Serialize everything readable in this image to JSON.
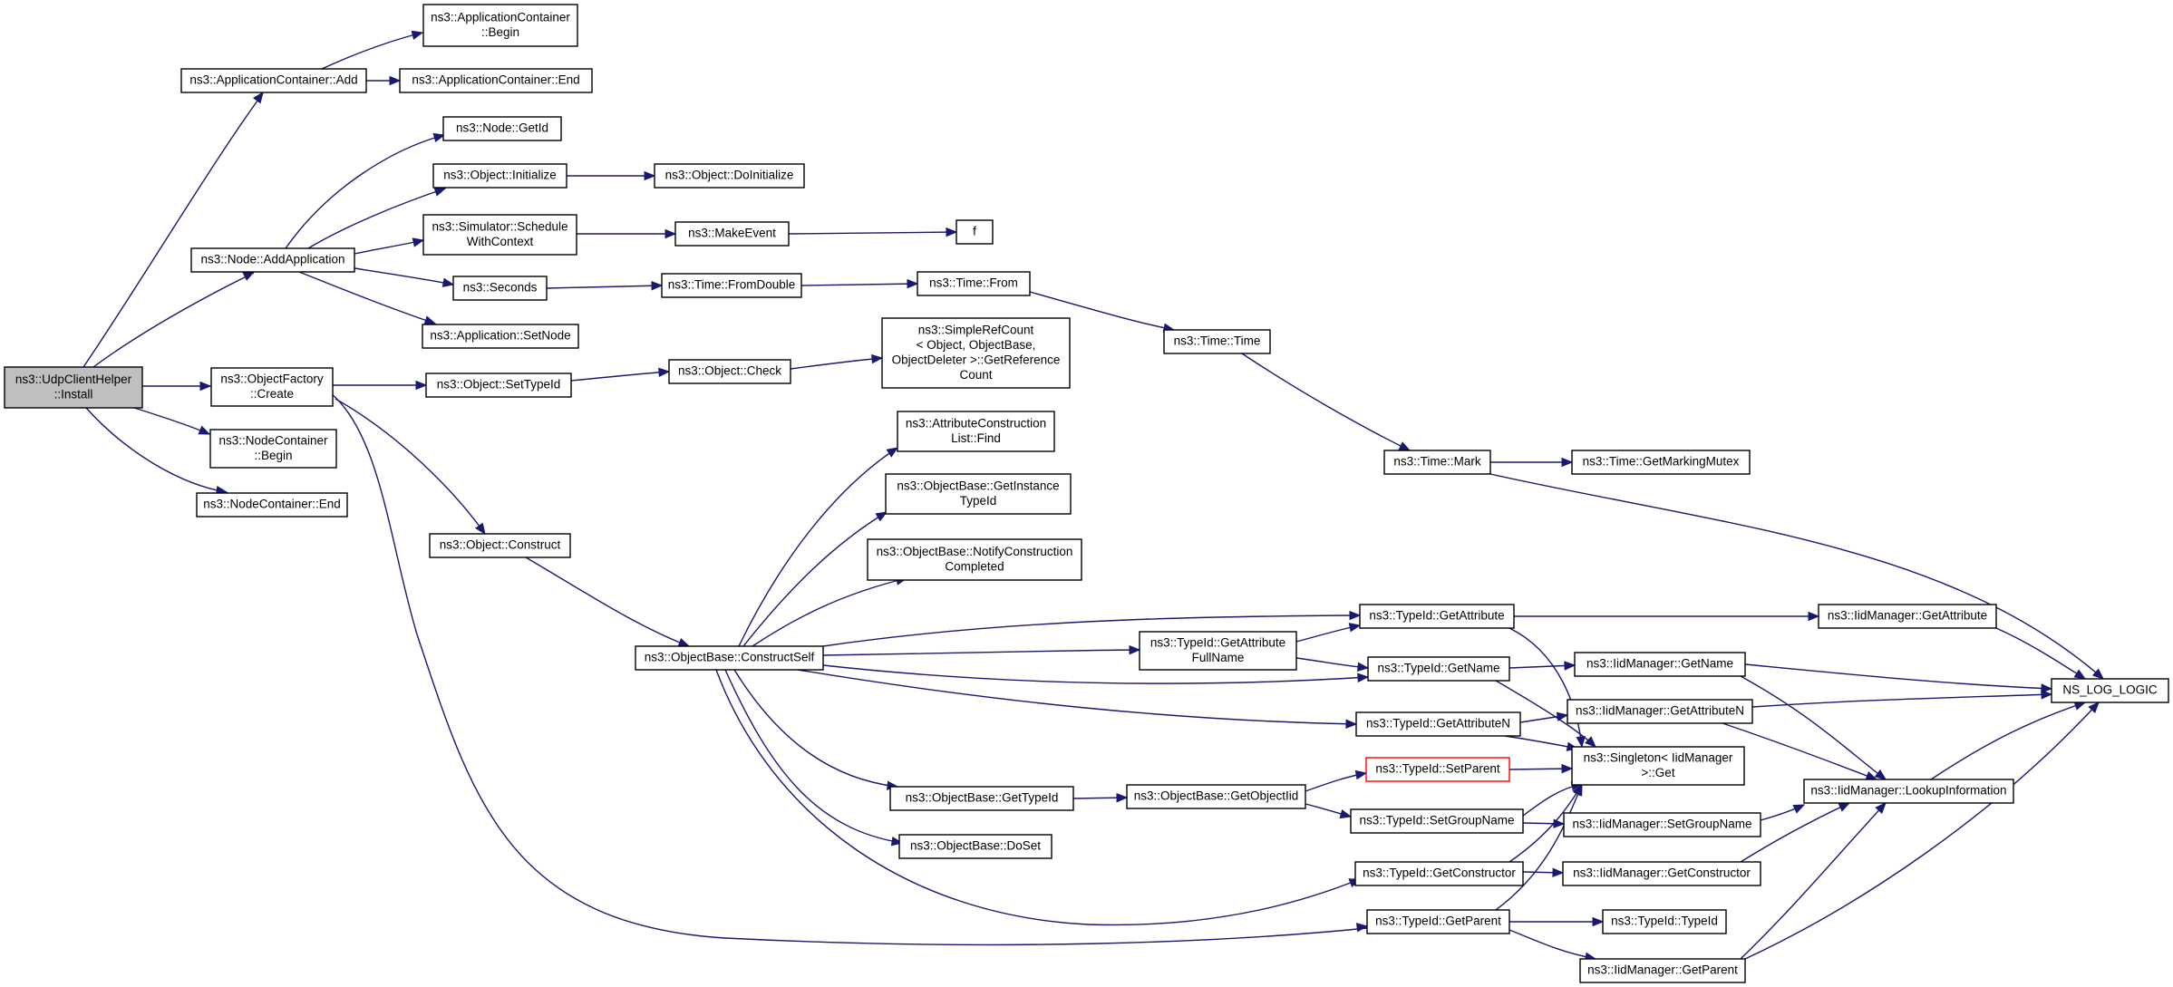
{
  "colors": {
    "edge": "#191970",
    "node_border": "#000000",
    "root_fill": "#bfbfbf",
    "highlight_border": "#ff0000"
  },
  "nodes": [
    {
      "id": "udp_install",
      "lines": [
        "ns3::UdpClientHelper",
        "::Install"
      ]
    },
    {
      "id": "app_add",
      "lines": [
        "ns3::ApplicationContainer::Add"
      ]
    },
    {
      "id": "app_begin",
      "lines": [
        "ns3::ApplicationContainer",
        "::Begin"
      ]
    },
    {
      "id": "app_end",
      "lines": [
        "ns3::ApplicationContainer::End"
      ]
    },
    {
      "id": "node_addapp",
      "lines": [
        "ns3::Node::AddApplication"
      ]
    },
    {
      "id": "node_getid",
      "lines": [
        "ns3::Node::GetId"
      ]
    },
    {
      "id": "obj_init",
      "lines": [
        "ns3::Object::Initialize"
      ]
    },
    {
      "id": "obj_doinit",
      "lines": [
        "ns3::Object::DoInitialize"
      ]
    },
    {
      "id": "sim_sched",
      "lines": [
        "ns3::Simulator::Schedule",
        "WithContext"
      ]
    },
    {
      "id": "makeevent",
      "lines": [
        "ns3::MakeEvent"
      ]
    },
    {
      "id": "f",
      "lines": [
        "f"
      ]
    },
    {
      "id": "seconds",
      "lines": [
        "ns3::Seconds"
      ]
    },
    {
      "id": "time_fromdouble",
      "lines": [
        "ns3::Time::FromDouble"
      ]
    },
    {
      "id": "time_from",
      "lines": [
        "ns3::Time::From"
      ]
    },
    {
      "id": "app_setnode",
      "lines": [
        "ns3::Application::SetNode"
      ]
    },
    {
      "id": "objfactory_create",
      "lines": [
        "ns3::ObjectFactory",
        "::Create"
      ]
    },
    {
      "id": "obj_settypeid",
      "lines": [
        "ns3::Object::SetTypeId"
      ]
    },
    {
      "id": "obj_check",
      "lines": [
        "ns3::Object::Check"
      ]
    },
    {
      "id": "simplerefcount",
      "lines": [
        "ns3::SimpleRefCount",
        "< Object, ObjectBase,",
        "ObjectDeleter >::GetReference",
        "Count"
      ]
    },
    {
      "id": "time_time",
      "lines": [
        "ns3::Time::Time"
      ]
    },
    {
      "id": "nc_begin",
      "lines": [
        "ns3::NodeContainer",
        "::Begin"
      ]
    },
    {
      "id": "nc_end",
      "lines": [
        "ns3::NodeContainer::End"
      ]
    },
    {
      "id": "attr_find",
      "lines": [
        "ns3::AttributeConstruction",
        "List::Find"
      ]
    },
    {
      "id": "time_mark",
      "lines": [
        "ns3::Time::Mark"
      ]
    },
    {
      "id": "time_getmutex",
      "lines": [
        "ns3::Time::GetMarkingMutex"
      ]
    },
    {
      "id": "ob_getinst",
      "lines": [
        "ns3::ObjectBase::GetInstance",
        "TypeId"
      ]
    },
    {
      "id": "obj_construct",
      "lines": [
        "ns3::Object::Construct"
      ]
    },
    {
      "id": "ob_notify",
      "lines": [
        "ns3::ObjectBase::NotifyConstruction",
        "Completed"
      ]
    },
    {
      "id": "tid_getattr",
      "lines": [
        "ns3::TypeId::GetAttribute"
      ]
    },
    {
      "id": "iid_getattr",
      "lines": [
        "ns3::IidManager::GetAttribute"
      ]
    },
    {
      "id": "ob_constructself",
      "lines": [
        "ns3::ObjectBase::ConstructSelf"
      ]
    },
    {
      "id": "tid_getattrfull",
      "lines": [
        "ns3::TypeId::GetAttribute",
        "FullName"
      ]
    },
    {
      "id": "tid_getname",
      "lines": [
        "ns3::TypeId::GetName"
      ]
    },
    {
      "id": "iid_getname",
      "lines": [
        "ns3::IidManager::GetName"
      ]
    },
    {
      "id": "ns_log_logic",
      "lines": [
        "NS_LOG_LOGIC"
      ]
    },
    {
      "id": "tid_getattrn",
      "lines": [
        "ns3::TypeId::GetAttributeN"
      ]
    },
    {
      "id": "iid_getattrn",
      "lines": [
        "ns3::IidManager::GetAttributeN"
      ]
    },
    {
      "id": "singleton_get",
      "lines": [
        "ns3::Singleton< IidManager",
        ">::Get"
      ]
    },
    {
      "id": "tid_setparent",
      "lines": [
        "ns3::TypeId::SetParent"
      ]
    },
    {
      "id": "ob_gettypeid",
      "lines": [
        "ns3::ObjectBase::GetTypeId"
      ]
    },
    {
      "id": "ob_getobjectiid",
      "lines": [
        "ns3::ObjectBase::GetObjectIid"
      ]
    },
    {
      "id": "iid_lookup",
      "lines": [
        "ns3::IidManager::LookupInformation"
      ]
    },
    {
      "id": "tid_setgroup",
      "lines": [
        "ns3::TypeId::SetGroupName"
      ]
    },
    {
      "id": "iid_setgroup",
      "lines": [
        "ns3::IidManager::SetGroupName"
      ]
    },
    {
      "id": "ob_doset",
      "lines": [
        "ns3::ObjectBase::DoSet"
      ]
    },
    {
      "id": "tid_getctor",
      "lines": [
        "ns3::TypeId::GetConstructor"
      ]
    },
    {
      "id": "iid_getctor",
      "lines": [
        "ns3::IidManager::GetConstructor"
      ]
    },
    {
      "id": "tid_getparent",
      "lines": [
        "ns3::TypeId::GetParent"
      ]
    },
    {
      "id": "tid_typeid",
      "lines": [
        "ns3::TypeId::TypeId"
      ]
    },
    {
      "id": "iid_getparent",
      "lines": [
        "ns3::IidManager::GetParent"
      ]
    }
  ]
}
